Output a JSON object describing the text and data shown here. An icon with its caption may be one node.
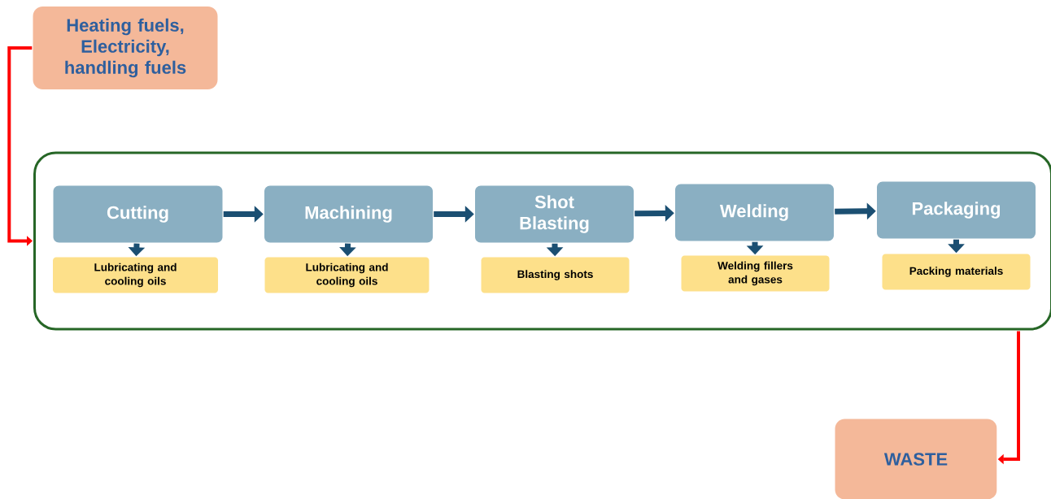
{
  "diagram": {
    "nodes": [
      {
        "text": [
          "Heating fuels, Electricity, handling fuels"
        ]
      },
      {
        "text": [],
        "shape": "box"
      },
      {
        "text": [
          "Cutting"
        ],
        "in": 1
      },
      {
        "text": [
          "Lubricating and cooling oils"
        ],
        "in": 1
      },
      {
        "text": [
          "Machining"
        ],
        "in": 1
      },
      {
        "text": [
          "Lubricating and cooling oils"
        ],
        "in": 1
      },
      {
        "text": [
          "Shot Blasting"
        ],
        "in": 1
      },
      {
        "text": [
          "Blasting shots"
        ],
        "in": 1
      },
      {
        "text": [
          "Welding"
        ],
        "in": 1
      },
      {
        "text": [
          "Welding fillers and gases"
        ],
        "in": 1
      },
      {
        "text": [
          "Packaging"
        ],
        "in": 1
      },
      {
        "text": [
          "Packing materials"
        ],
        "in": 1
      },
      {
        "text": [
          "WASTE"
        ]
      }
    ],
    "edges": [
      {
        "from": 0,
        "to": 1,
        "arrow": "to",
        "color": "#ff0000"
      },
      {
        "from": 2,
        "to": 4,
        "arrow": "to"
      },
      {
        "from": 4,
        "to": 6,
        "arrow": "to"
      },
      {
        "from": 6,
        "to": 8,
        "arrow": "to"
      },
      {
        "from": 8,
        "to": 10,
        "arrow": "to"
      },
      {
        "from": 2,
        "to": 3,
        "arrow": "to"
      },
      {
        "from": 4,
        "to": 5,
        "arrow": "to"
      },
      {
        "from": 6,
        "to": 7,
        "arrow": "to"
      },
      {
        "from": 8,
        "to": 9,
        "arrow": "to"
      },
      {
        "from": 10,
        "to": 11,
        "arrow": "to"
      },
      {
        "from": 1,
        "to": 12,
        "arrow": "to",
        "color": "#ff0000"
      }
    ]
  }
}
